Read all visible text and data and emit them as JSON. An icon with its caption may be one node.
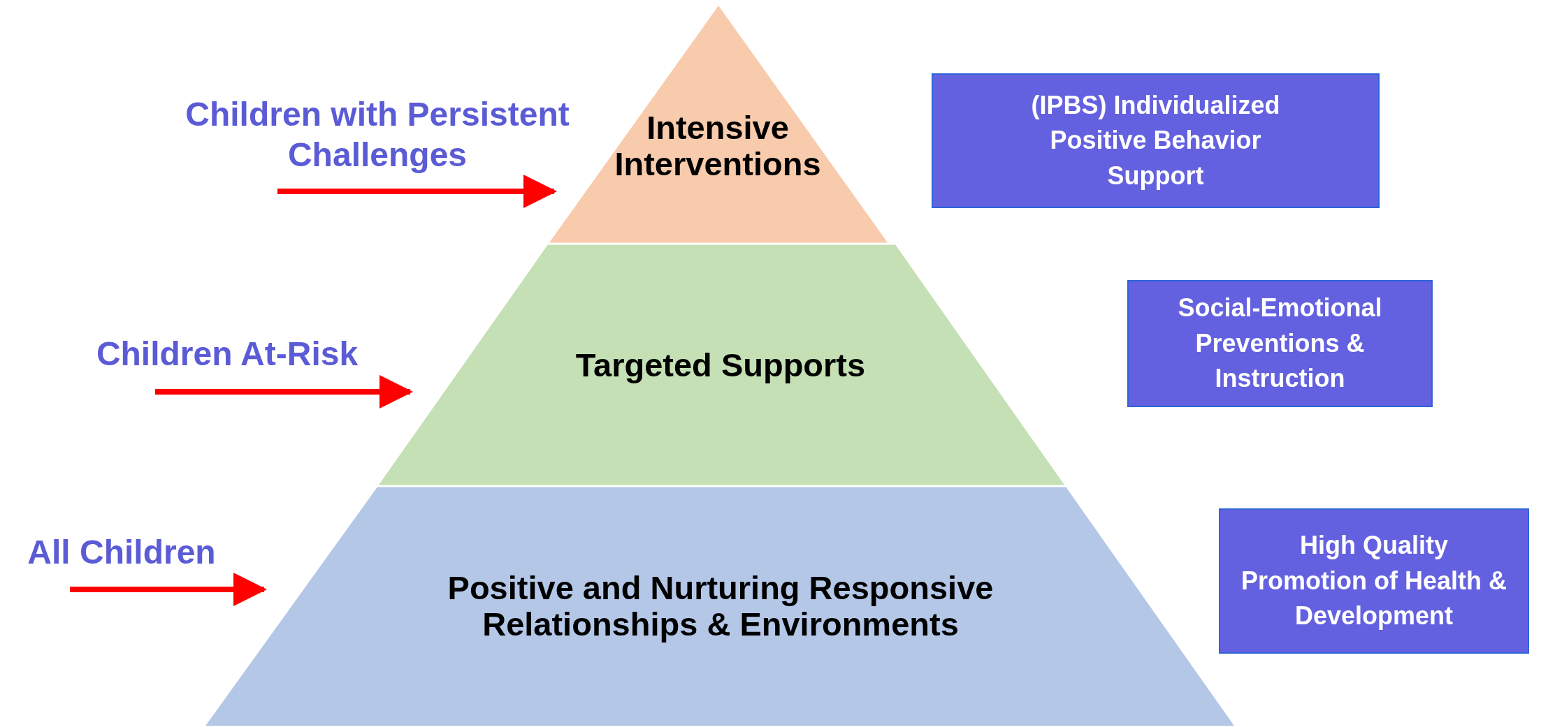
{
  "diagram": {
    "nodes": [
      {
        "text": [
          "Intensive Interventions"
        ]
      },
      {
        "text": [
          "Targeted Supports"
        ]
      },
      {
        "text": [
          "Positive and Nurturing Responsive Relationships & Environments"
        ]
      },
      {
        "text": [
          "Children with Persistent Challenges"
        ]
      },
      {
        "text": [
          "Children At-Risk"
        ]
      },
      {
        "text": [
          "All Children"
        ]
      },
      {
        "text": [
          "(IPBS) Individualized Positive Behavior Support"
        ]
      },
      {
        "text": [
          "Social-Emotional Preventions & Instruction"
        ]
      },
      {
        "text": [
          "High Quality Promotion of Health & Development"
        ]
      }
    ],
    "edges": [
      {
        "from": 3,
        "to": 0,
        "arrow": "to"
      },
      {
        "from": 4,
        "to": 1,
        "arrow": "to"
      },
      {
        "from": 5,
        "to": 2,
        "arrow": "to"
      }
    ]
  }
}
